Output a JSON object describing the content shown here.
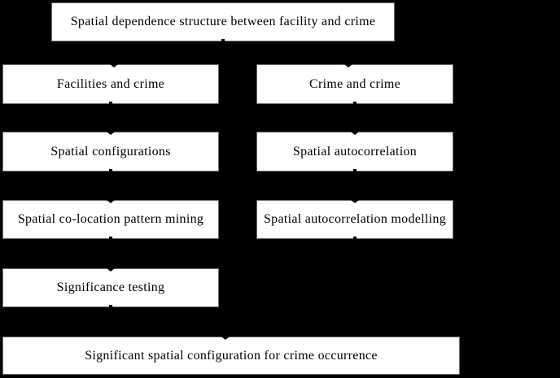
{
  "colors": {
    "background": "#000000",
    "node_fill": "#ffffff",
    "node_text": "#000000",
    "connector": "#000000"
  },
  "diagram": {
    "title_node": {
      "label": "Spatial dependence structure between facility and crime"
    },
    "left_column": [
      {
        "label": "Facilities and crime"
      },
      {
        "label": "Spatial configurations"
      },
      {
        "label": "Spatial co-location pattern mining"
      },
      {
        "label": "Significance testing"
      }
    ],
    "right_column": [
      {
        "label": "Crime and crime"
      },
      {
        "label": "Spatial autocorrelation"
      },
      {
        "label": "Spatial autocorrelation modelling"
      }
    ],
    "bottom_node": {
      "label": "Significant spatial configuration for crime occurrence"
    }
  }
}
